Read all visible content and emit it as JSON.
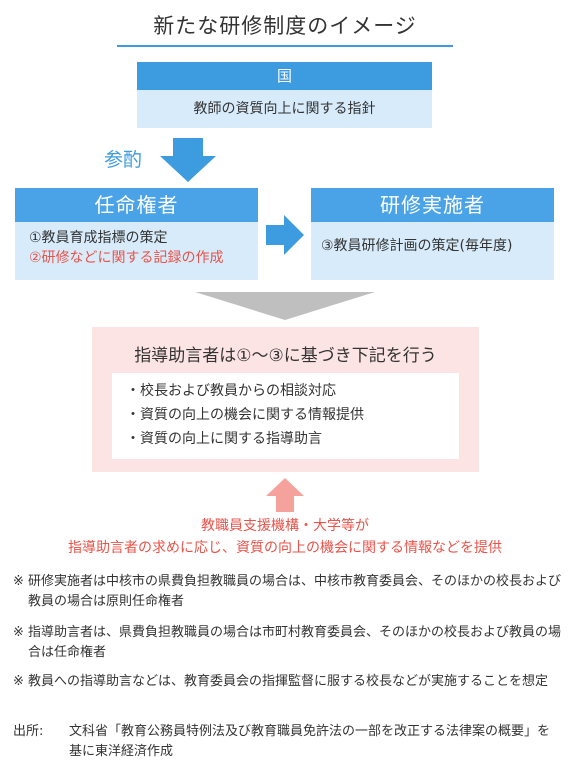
{
  "title": "新たな研修制度のイメージ",
  "government": {
    "head": "国",
    "body": "教師の資質向上に関する指針"
  },
  "sanshaku_label": "参酌",
  "appointer": {
    "head": "任命権者",
    "item1": "①教員育成指標の策定",
    "item2": "②研修などに関する記録の作成"
  },
  "implementer": {
    "head": "研修実施者",
    "item1": "③教員研修計画の策定(毎年度)"
  },
  "advisor": {
    "title": "指導助言者は①〜③に基づき下記を行う",
    "items": [
      "・校長および教員からの相談対応",
      "・資質の向上の機会に関する情報提供",
      "・資質の向上に関する指導助言"
    ]
  },
  "support": {
    "line1": "教職員支援機構・大学等が",
    "line2": "指導助言者の求めに応じ、資質の向上の機会に関する情報などを提供"
  },
  "notes": [
    {
      "mark": "※",
      "text": "研修実施者は中核市の県費負担教職員の場合は、中核市教育委員会、そのほかの校長および教員の場合は原則任命権者"
    },
    {
      "mark": "※",
      "text": "指導助言者は、県費負担教職員の場合は市町村教育委員会、そのほかの校長および教員の場合は任命権者"
    },
    {
      "mark": "※",
      "text": "教員への指導助言などは、教育委員会の指揮監督に服する校長などが実施することを想定"
    }
  ],
  "source": {
    "label": "出所:",
    "text": "文科省「教育公務員特例法及び教育職員免許法の一部を改正する法律案の概要」を基に東洋経済作成"
  },
  "colors": {
    "blue": "#3d9be0",
    "light_blue": "#d7ebfa",
    "pink": "#fde4e4",
    "red_text": "#e8534a",
    "salmon_arrow": "#f4a29b",
    "gray_arrow": "#bfbfbf"
  }
}
